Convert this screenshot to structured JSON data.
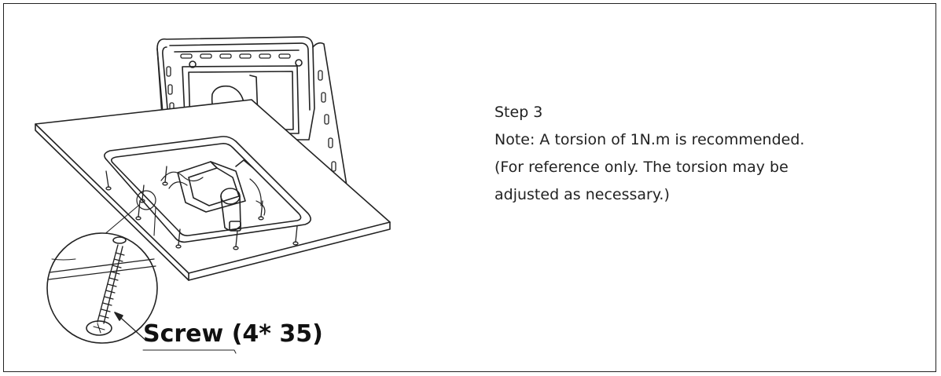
{
  "step": {
    "title": "Step 3",
    "note": "Note: A torsion of 1N.m is recommended.",
    "reference_line1": "(For reference only. The torsion may be",
    "reference_line2": "adjusted as necessary.)"
  },
  "callout": {
    "label": "Screw (4* 35)"
  },
  "icons": [
    "wall-mount-plate",
    "ceiling-panel",
    "mounting-screws",
    "screw-magnifier"
  ]
}
